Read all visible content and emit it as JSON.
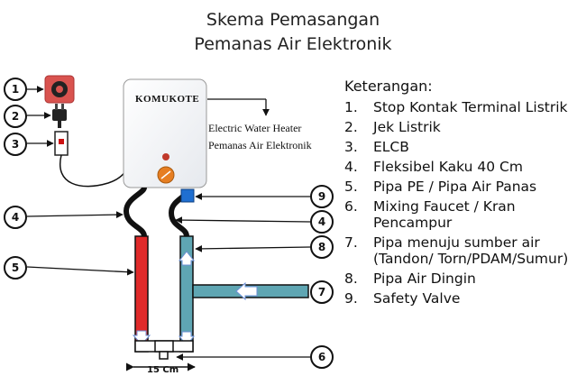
{
  "title": {
    "line1": "Skema Pemasangan",
    "line2": "Pemanas Air Elektronik"
  },
  "heater": {
    "brand": "KOMUKOTE",
    "label_line1": "Electric Water Heater",
    "label_line2": "Pemanas Air Elektronik"
  },
  "dimension_label": "15 Cm",
  "callouts": {
    "left": [
      "1",
      "2",
      "3",
      "4",
      "5"
    ],
    "right": [
      "9",
      "4",
      "8",
      "7",
      "6"
    ]
  },
  "legend": {
    "heading": "Keterangan:",
    "items": [
      {
        "num": "1.",
        "text": "Stop Kontak Terminal Listrik"
      },
      {
        "num": "2.",
        "text": "Jek Listrik"
      },
      {
        "num": "3.",
        "text": "ELCB"
      },
      {
        "num": "4.",
        "text": "Fleksibel Kaku 40 Cm"
      },
      {
        "num": "5.",
        "text": "Pipa PE / Pipa Air Panas"
      },
      {
        "num": "6.",
        "text": "Mixing Faucet / Kran Pencampur"
      },
      {
        "num": "7.",
        "text": "Pipa menuju sumber air (Tandon/ Torn/PDAM/Sumur)"
      },
      {
        "num": "8.",
        "text": "Pipa Air Dingin"
      },
      {
        "num": "9.",
        "text": "Safety Valve"
      }
    ]
  },
  "colors": {
    "hot_pipe": "#e02a2a",
    "cold_pipe": "#5fa6b3",
    "outlet": "#d9534f",
    "elcb_indicator": "#cc1111",
    "heater_dot": "#c0392b",
    "dial": "#e67e22",
    "safety_valve": "#1f6fd1"
  }
}
